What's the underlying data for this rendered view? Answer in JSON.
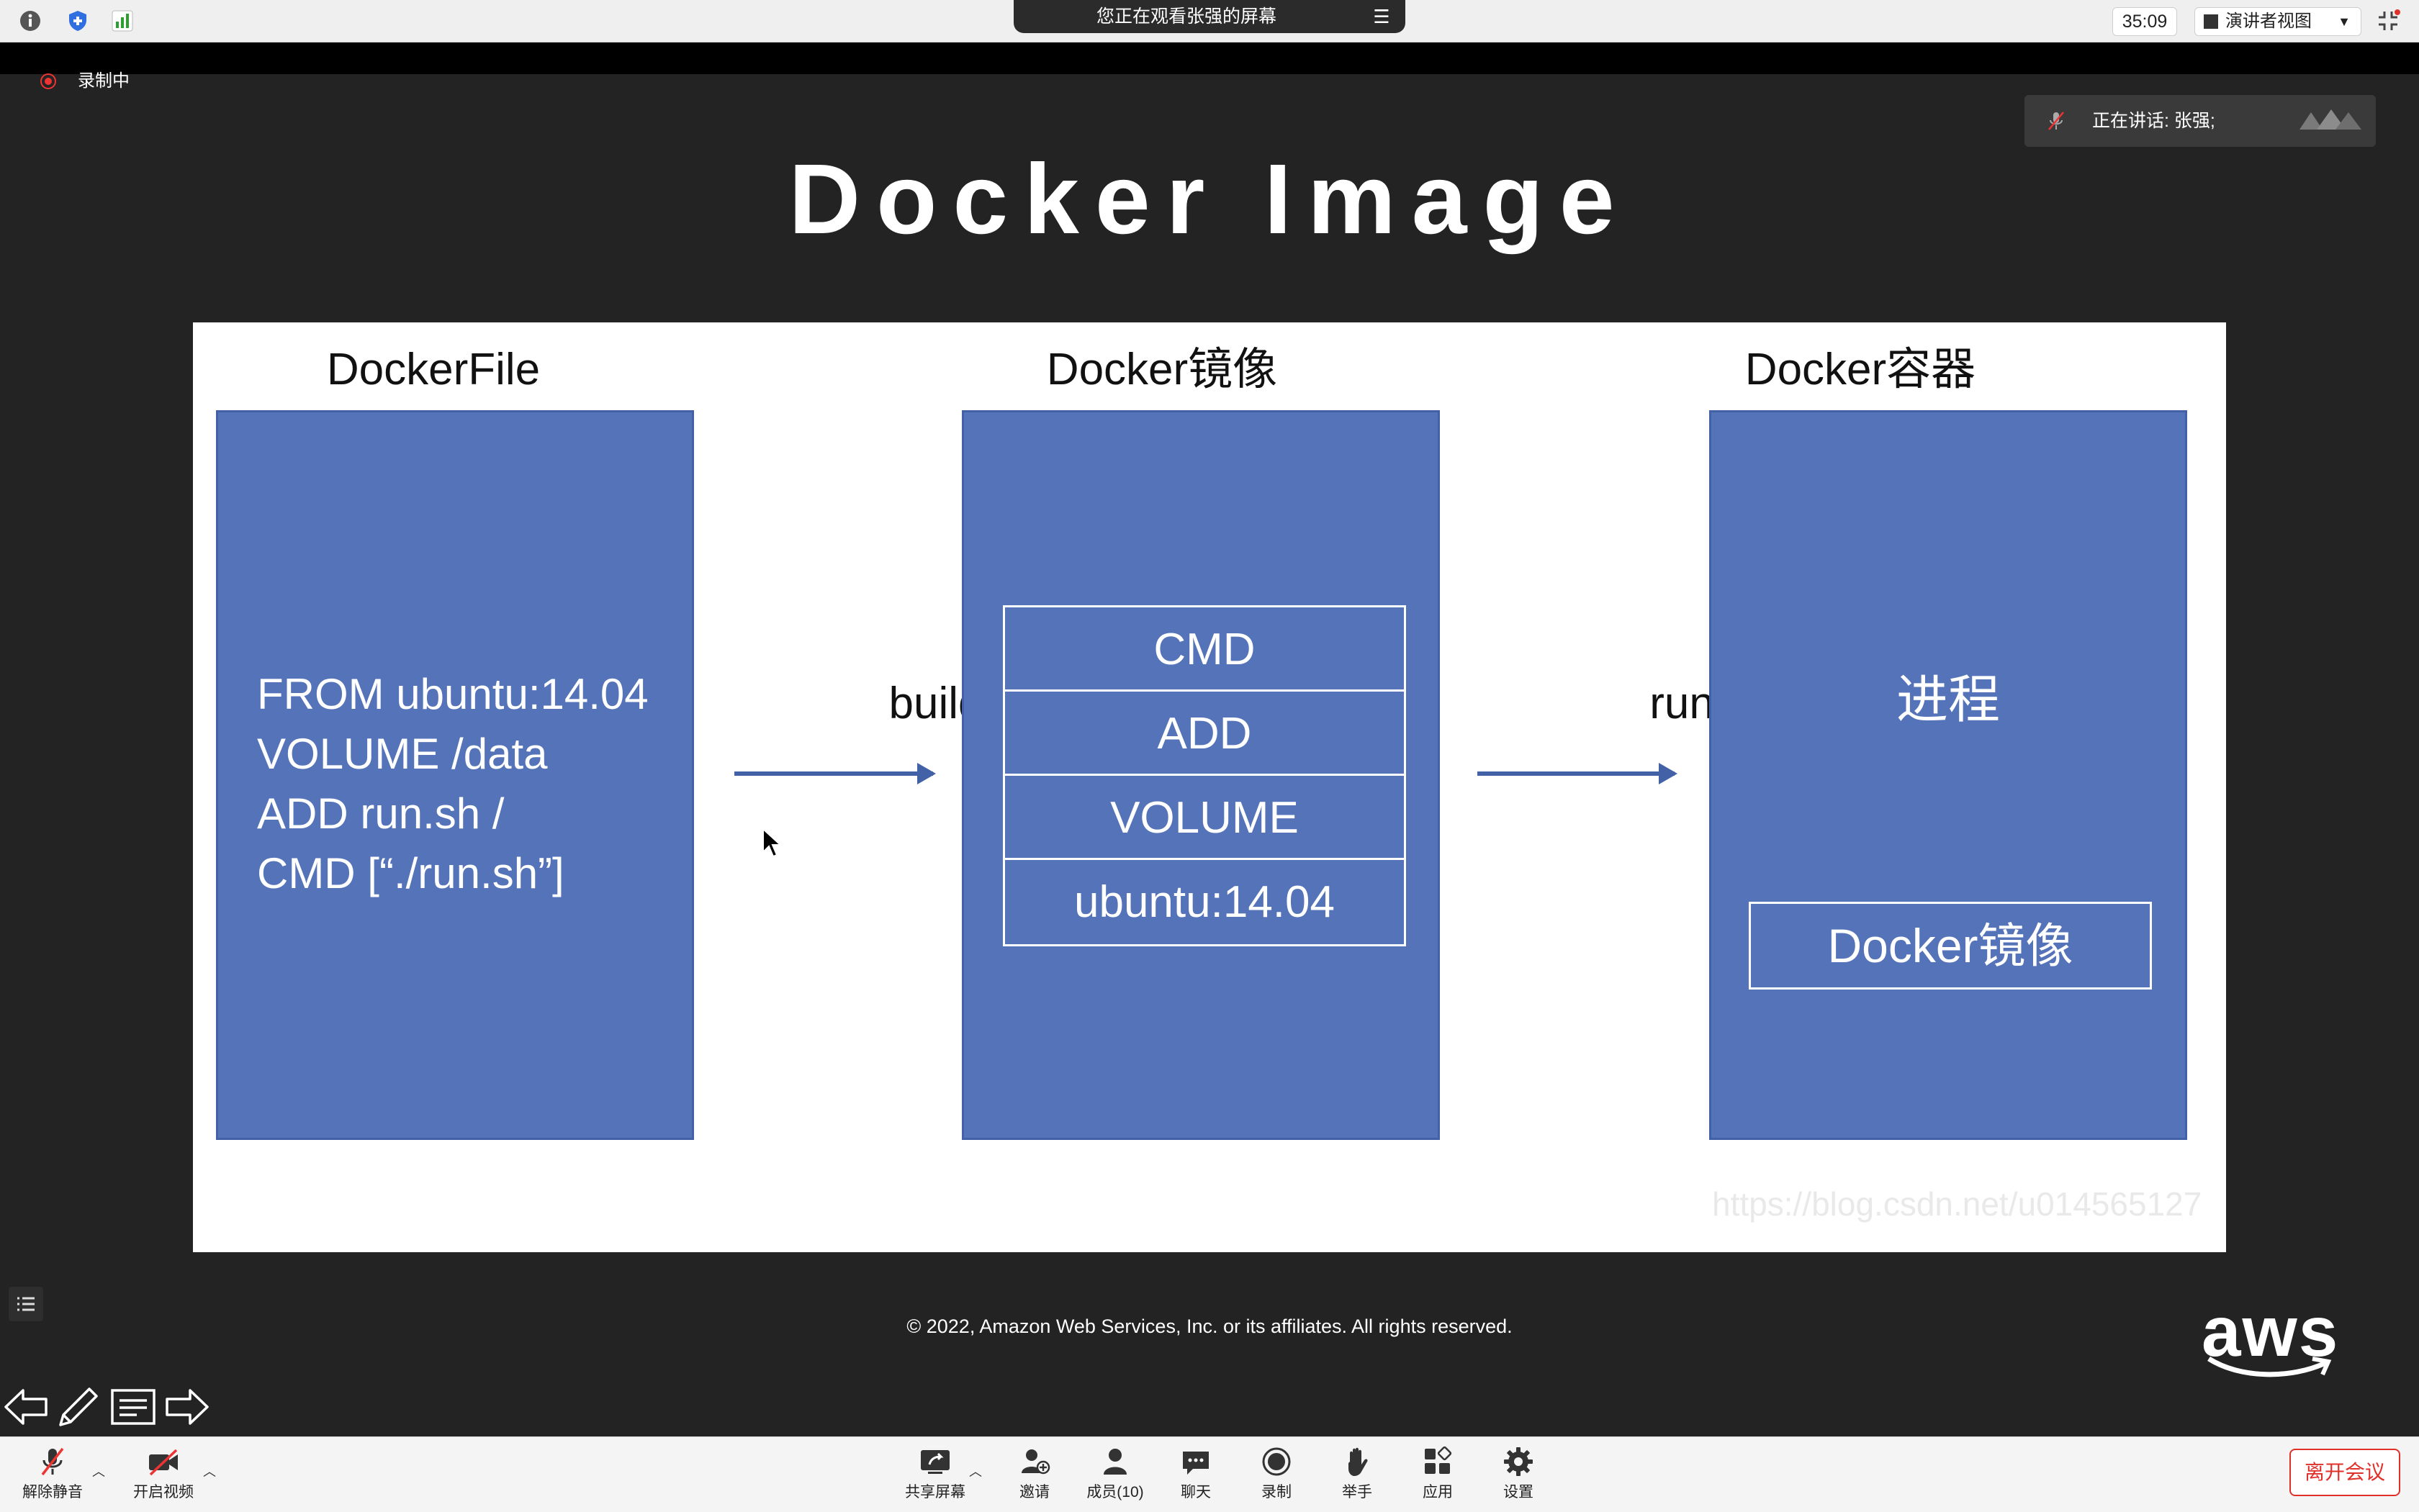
{
  "topbar": {
    "share_banner": "您正在观看张强的屏幕",
    "timer": "35:09",
    "view_label": "演讲者视图"
  },
  "recording": {
    "label": "录制中"
  },
  "speaker": {
    "label": "正在讲话: 张强;"
  },
  "slide": {
    "title": "Docker Image",
    "columns": {
      "dockerfile": {
        "header": "DockerFile",
        "lines": [
          "FROM ubuntu:14.04",
          "VOLUME /data",
          "ADD run.sh /",
          "CMD [“./run.sh”]"
        ]
      },
      "image": {
        "header": "Docker镜像",
        "layers": [
          "CMD",
          "ADD",
          "VOLUME",
          "ubuntu:14.04"
        ]
      },
      "container": {
        "header": "Docker容器",
        "process": "进程",
        "inner_image": "Docker镜像"
      }
    },
    "arrows": {
      "build": "build",
      "run": "run"
    },
    "watermark": "https://blog.csdn.net/u014565127",
    "copyright": "© 2022, Amazon Web Services, Inc. or its affiliates. All rights reserved.",
    "aws_logo": "aws"
  },
  "toolbar": {
    "unmute": "解除静音",
    "start_video": "开启视频",
    "share_screen": "共享屏幕",
    "invite": "邀请",
    "members": "成员(10)",
    "chat": "聊天",
    "record": "录制",
    "raise_hand": "举手",
    "apps": "应用",
    "settings": "设置",
    "leave": "离开会议"
  },
  "colors": {
    "slide_blue": "#5573b8",
    "leave_red": "#e0302a",
    "recording_red": "#e33333"
  }
}
